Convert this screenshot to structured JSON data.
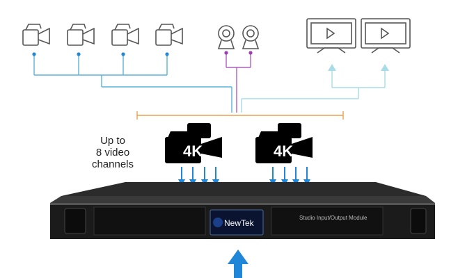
{
  "caption": {
    "line1": "Up to",
    "line2": "8 video",
    "line3": "channels"
  },
  "badge_text": "4K",
  "device": {
    "brand": "NewTek",
    "model": "Studio Input/Output Module"
  },
  "colors": {
    "camera_line": "#5ab3d9",
    "webcam_line": "#b05cc0",
    "monitor_line": "#a8dce6",
    "bracket": "#e8a050",
    "arrow": "#1f86d8",
    "icon_outline": "#444444"
  },
  "icons": [
    "camcorder-icon",
    "webcam-icon",
    "monitor-icon",
    "4k-camera-icon",
    "up-arrow-icon"
  ]
}
